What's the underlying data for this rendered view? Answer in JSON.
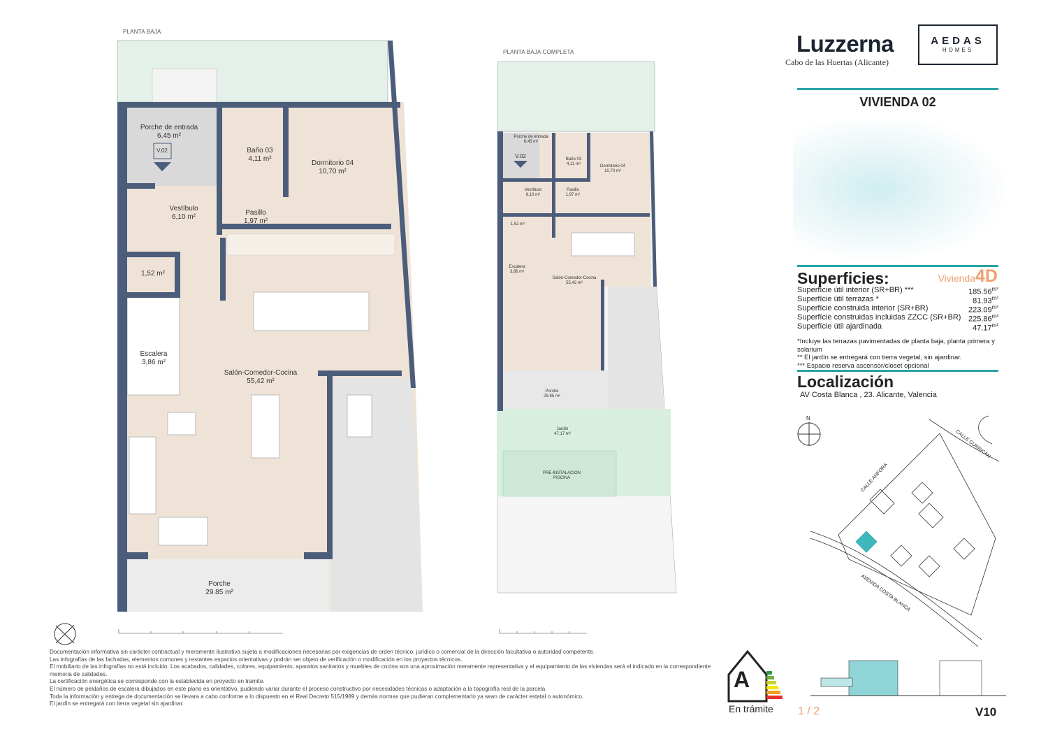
{
  "plans": {
    "main": {
      "title": "PLANTA BAJA",
      "rooms": [
        {
          "name": "Porche de entrada",
          "area": "6.45 m²"
        },
        {
          "name": "Baño 03",
          "area": "4,11 m²"
        },
        {
          "name": "Dormitorio 04",
          "area": "10,70 m²"
        },
        {
          "name": "Vestíbulo",
          "area": "6,10 m²"
        },
        {
          "name": "Pasillo",
          "area": "1,97 m²"
        },
        {
          "name": "",
          "area": "1,52 m²"
        },
        {
          "name": "Escalera",
          "area": "3,86 m²"
        },
        {
          "name": "Salón-Comedor-Cocina",
          "area": "55,42 m²"
        },
        {
          "name": "Porche",
          "area": "29.85 m²"
        }
      ],
      "tag": "V.02"
    },
    "full": {
      "title": "PLANTA BAJA COMPLETA",
      "rooms": [
        {
          "name": "Porche de entrada",
          "area": "6.45 m²"
        },
        {
          "name": "Baño 03",
          "area": "4,11 m²"
        },
        {
          "name": "Dormitorio 04",
          "area": "10,70 m²"
        },
        {
          "name": "Vestíbulo",
          "area": "6,10 m²"
        },
        {
          "name": "Pasillo",
          "area": "1,97 m²"
        },
        {
          "name": "",
          "area": "1,52 m²"
        },
        {
          "name": "Escalera",
          "area": "3,86 m²"
        },
        {
          "name": "Salón-Comedor-Cocina",
          "area": "55,42 m²"
        },
        {
          "name": "Porche",
          "area": "29.85 m²"
        },
        {
          "name": "Jardín",
          "area": "47.17 m²"
        },
        {
          "name": "PRE-INSTALACIÓN",
          "area": "PISCINA"
        }
      ],
      "tag": "V.02"
    }
  },
  "header": {
    "brand": "Luzzerna",
    "subtitle": "Cabo de las Huertas (Alicante)",
    "logo_main": "AEDAS",
    "logo_sub": "HOMES",
    "unit": "VIVIENDA 02"
  },
  "surfaces": {
    "title": "Superficies:",
    "type_label": "Vivienda",
    "type_code": "4D",
    "unit": "m²",
    "rows": [
      {
        "label": "Superfície útil interior (SR+BR) ***",
        "value": "185.56"
      },
      {
        "label": "Superfície útil terrazas *",
        "value": "81.93"
      },
      {
        "label": "Superfície construida interior (SR+BR)",
        "value": "223.09"
      },
      {
        "label": "Superfície construidas incluidas ZZCC (SR+BR)",
        "value": "225.86"
      },
      {
        "label": "Superfície útil ajardinada",
        "value": "47.17"
      }
    ],
    "notes": [
      "*Incluye las terrazas pavimentadas de planta baja, planta primera y solarium",
      "** El jardín se entregará con tierra vegetal, sin ajardinar.",
      "*** Espacio reserva ascensor/closet opcional"
    ]
  },
  "location": {
    "title": "Localización",
    "address": "AV Costa Blanca , 23. Alicante, Valencia",
    "north": "N",
    "streets": [
      "CALLE CURRICÁN",
      "CALLE ANFORA",
      "AVENIDA COSTA BLANCA"
    ]
  },
  "footer": {
    "lines": [
      "Documentación informativa sin carácter contractual y meramente ilustrativa sujeta a modificaciones necesarias por exigencias de orden técnico, jurídico o comercial de la dirección facultativa o autoridad competente.",
      "Las infografías de las fachadas, elementos comunes y restantes espacios orientativas y podrán ser objeto de verificación o modificación en los proyectos técnicos.",
      "El mobiliario de las infografías no está incluido. Los acabados, calidades, colores, equipamiento, aparatos sanitarios y muebles de cocina son una aproximación meramente representativa y el equipamiento de las viviendas será el indicado en la correspondiente memoria de calidades.",
      "La certificación energética se corresponde con la establecida en proyecto en tramite.",
      "El número de peldaños de escalera dibujados en este plano es orientativo, pudiendo variar durante el proceso constructivo por necesidades técnicas o adaptación a la topografía real de la parcela.",
      "Toda la información y entrega de documentación se llevara a cabo conforme a lo dispuesto en el Real Decreto 515/1989 y demás normas que pudieran complementarlo ya sean de carácter estatal o autonómico.",
      "El jardín se entregará con tierra vegetal sin ajardinar."
    ],
    "energy_rating": "A",
    "energy_status": "En trámite",
    "page": "1 / 2",
    "version": "V10"
  },
  "colors": {
    "wall": "#4b5d7a",
    "accent": "#2aa3a8",
    "orange": "#f0a070",
    "beige": "#efe3d7",
    "garden": "#e3f1e8"
  }
}
